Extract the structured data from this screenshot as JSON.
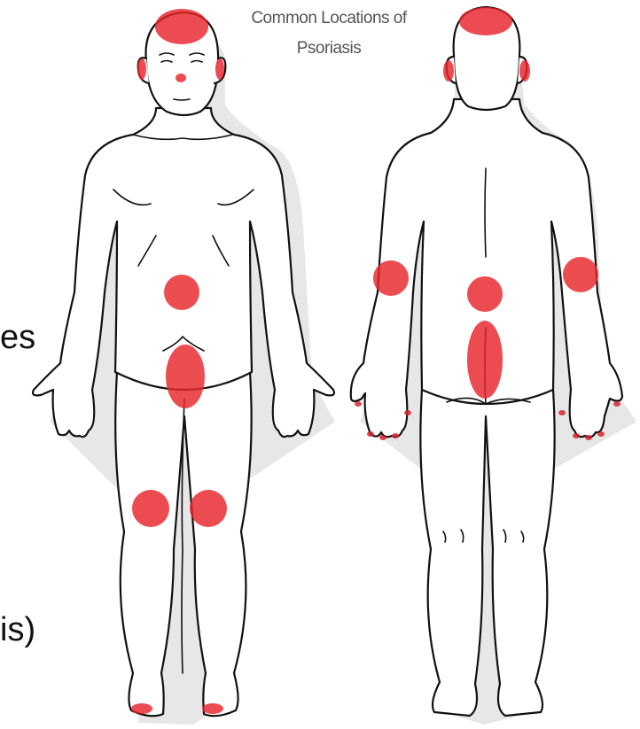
{
  "title": {
    "line1": "Common Locations of",
    "line2": "Psoriasis"
  },
  "cropped_text": {
    "line1": "es",
    "line2": "is)"
  },
  "colors": {
    "lesion": "#e8262b",
    "lesion_light": "#f06b6e",
    "outline": "#111111",
    "background": "#ffffff"
  }
}
